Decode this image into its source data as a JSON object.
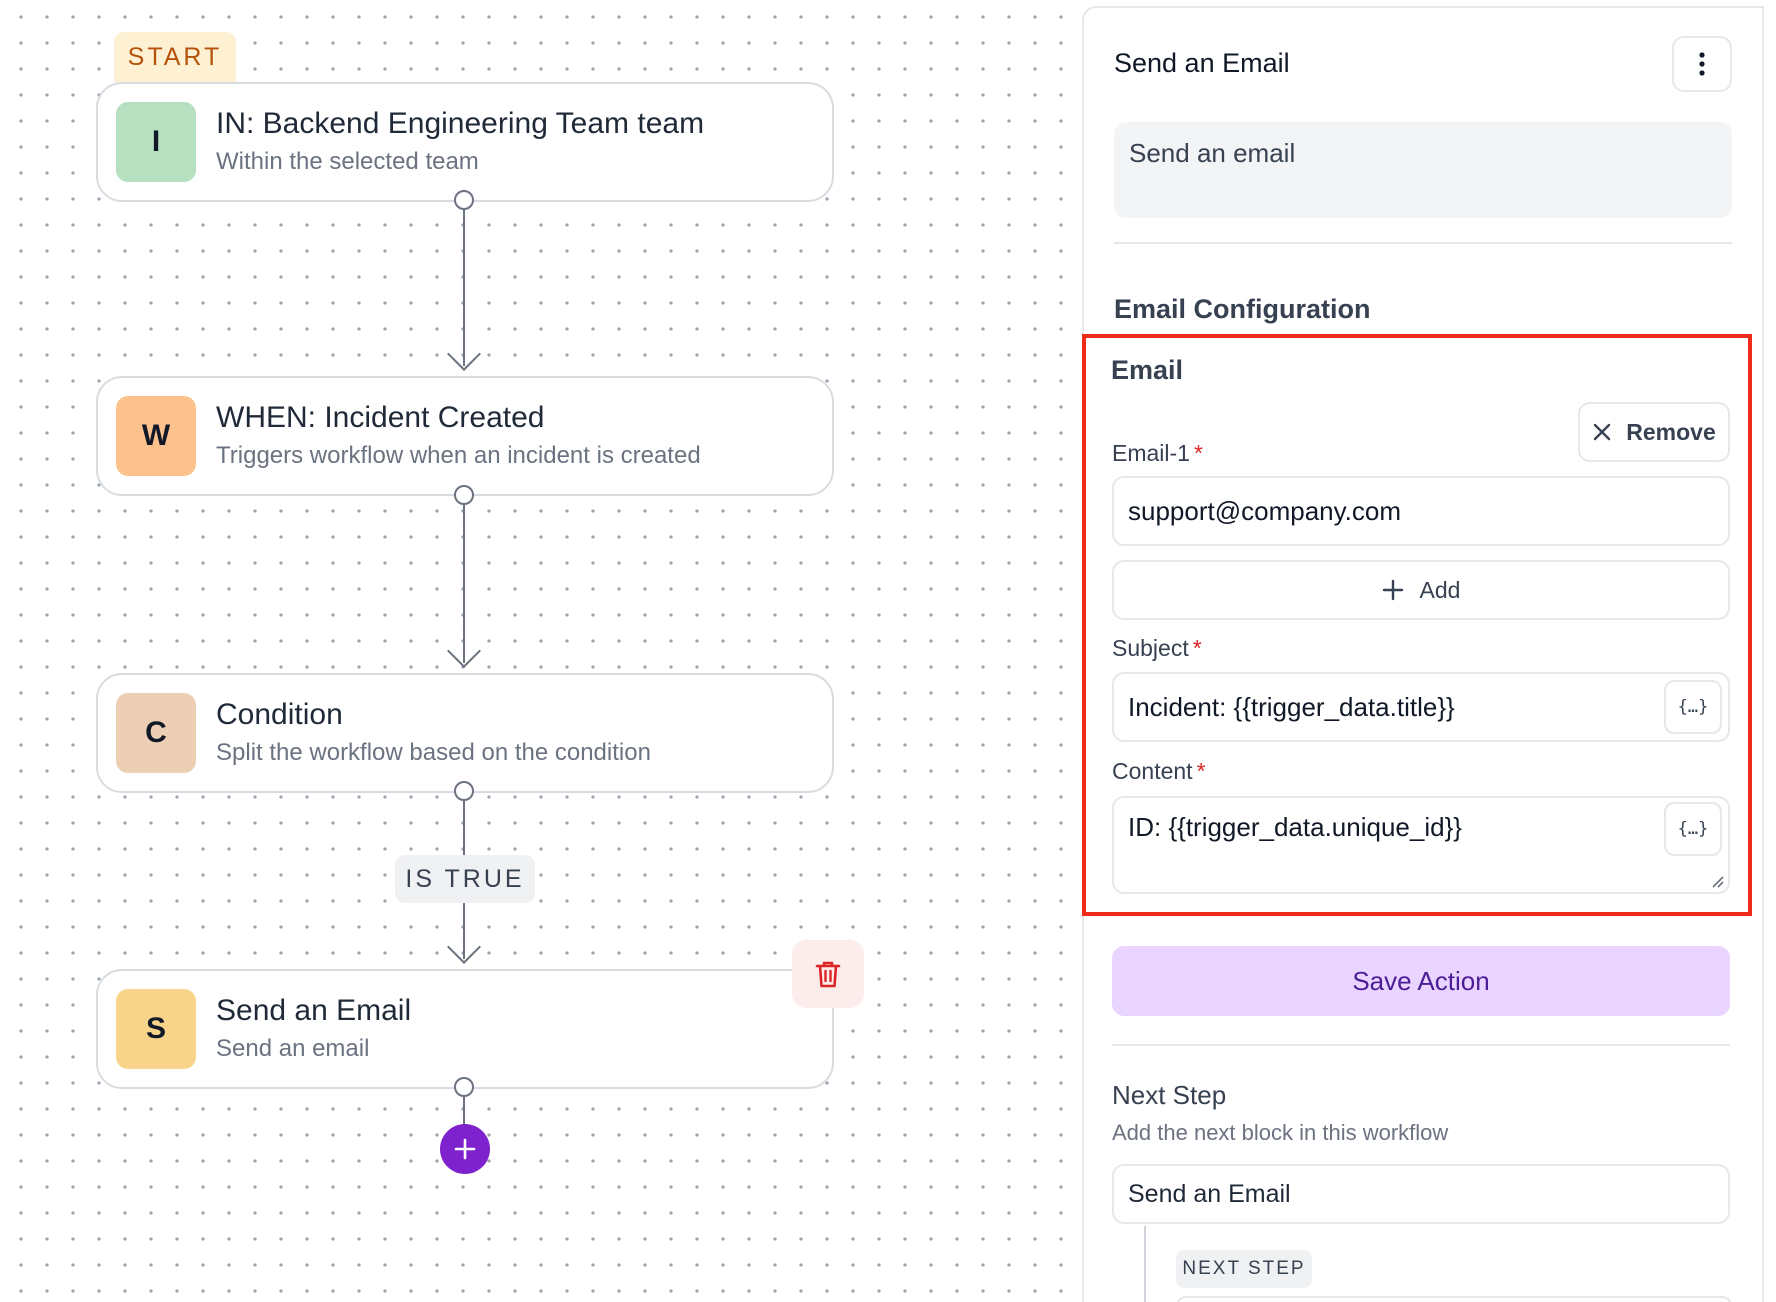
{
  "canvas": {
    "start_label": "START",
    "nodes": [
      {
        "letter": "I",
        "title": "IN: Backend Engineering Team team",
        "description": "Within the selected team",
        "color": "#b7e0c0"
      },
      {
        "letter": "W",
        "title": "WHEN: Incident Created",
        "description": "Triggers workflow when an incident is created",
        "color": "#fdc18e"
      },
      {
        "letter": "C",
        "title": "Condition",
        "description": "Split the workflow based on the condition",
        "color": "#eccfb4"
      },
      {
        "letter": "S",
        "title": "Send an Email",
        "description": "Send an email",
        "color": "#f7d48a"
      }
    ],
    "branch_label": "IS TRUE",
    "delete_icon": "trash-icon",
    "add_icon": "plus-icon"
  },
  "panel": {
    "title": "Send an Email",
    "menu_icon": "kebab-icon",
    "description": "Send an email",
    "section_title": "Email Configuration",
    "email": {
      "heading": "Email",
      "remove_label": "Remove",
      "recipient_label": "Email-1",
      "recipient_value": "support@company.com",
      "add_label": "Add",
      "subject_label": "Subject",
      "subject_value": "Incident: {{trigger_data.title}}",
      "content_label": "Content",
      "content_value": "ID: {{trigger_data.unique_id}}",
      "variable_button": "{…}",
      "required_mark": "*"
    },
    "save_label": "Save Action",
    "next_step": {
      "title": "Next Step",
      "description": "Add the next block in this workflow",
      "item_label": "Send an Email",
      "badge": "NEXT STEP"
    }
  },
  "colors": {
    "accent_purple": "#7e22ce",
    "save_bg": "#e9d5ff",
    "highlight_red": "#ef2b1c",
    "required_red": "#dc2626"
  }
}
